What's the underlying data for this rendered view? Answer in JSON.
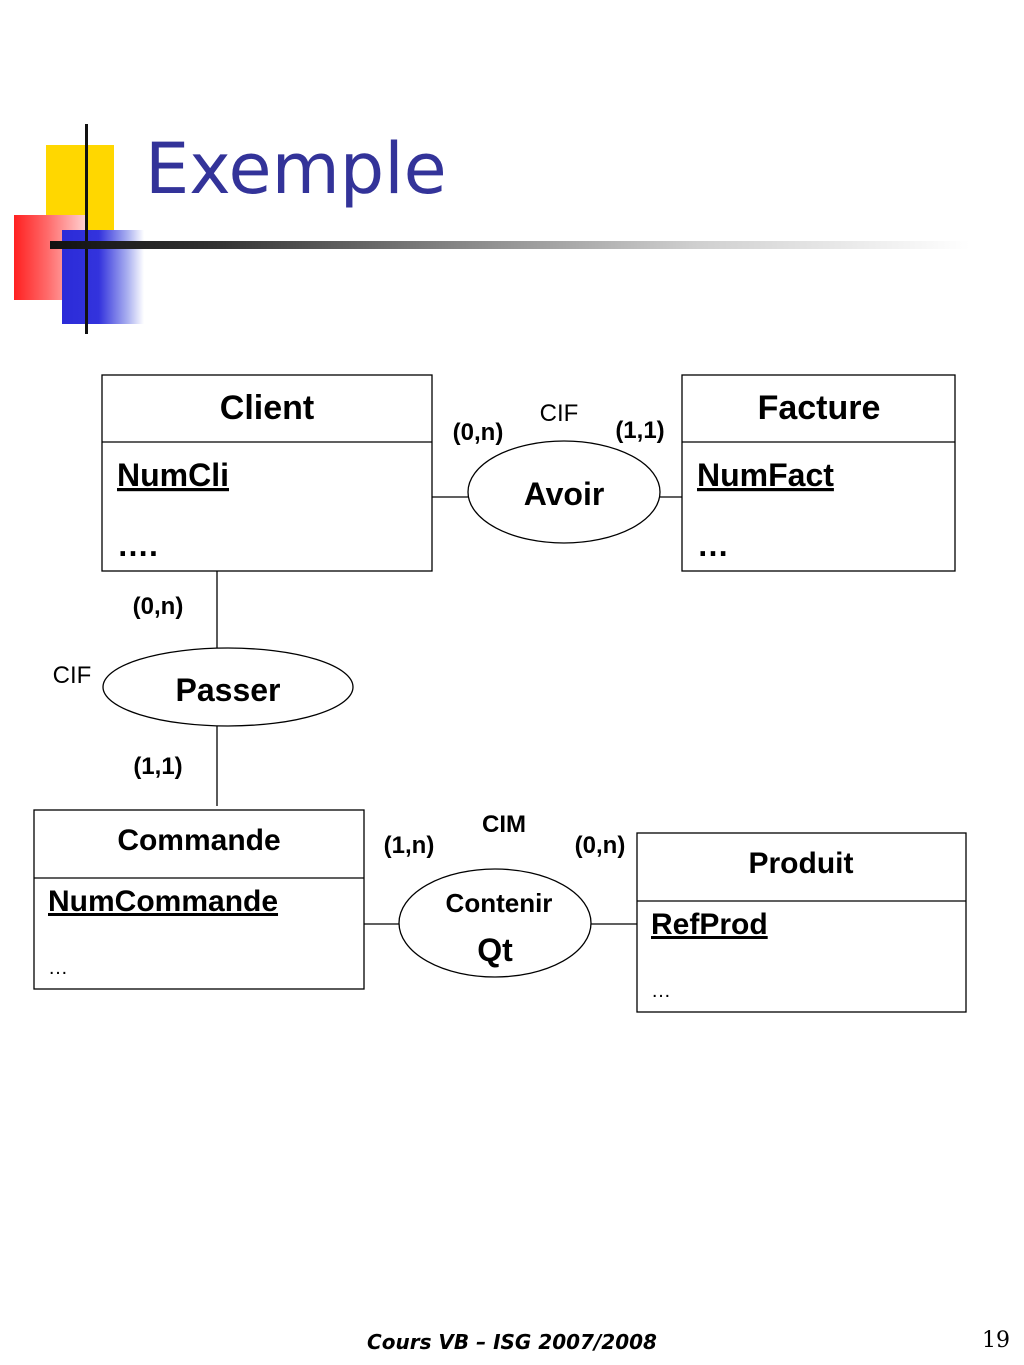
{
  "slide": {
    "title": "Exemple",
    "footer": "Cours VB – ISG  2007/2008",
    "page_number": "19"
  },
  "entities": {
    "client": {
      "name": "Client",
      "key": "NumCli",
      "more": "…."
    },
    "facture": {
      "name": "Facture",
      "key": "NumFact",
      "more": "…"
    },
    "commande": {
      "name": "Commande",
      "key": "NumCommande",
      "more": "…"
    },
    "produit": {
      "name": "Produit",
      "key": "RefProd",
      "more": "…"
    }
  },
  "associations": {
    "avoir": {
      "name": "Avoir",
      "constraint": "CIF",
      "card_left": "(0,n)",
      "card_right": "(1,1)"
    },
    "passer": {
      "name": "Passer",
      "constraint": "CIF",
      "card_top": "(0,n)",
      "card_bottom": "(1,1)"
    },
    "contenir": {
      "name": "Contenir",
      "attribute": "Qt",
      "constraint": "CIM",
      "card_left": "(1,n)",
      "card_right": "(0,n)"
    }
  },
  "colors": {
    "title": "#333399",
    "line": "#000000"
  }
}
